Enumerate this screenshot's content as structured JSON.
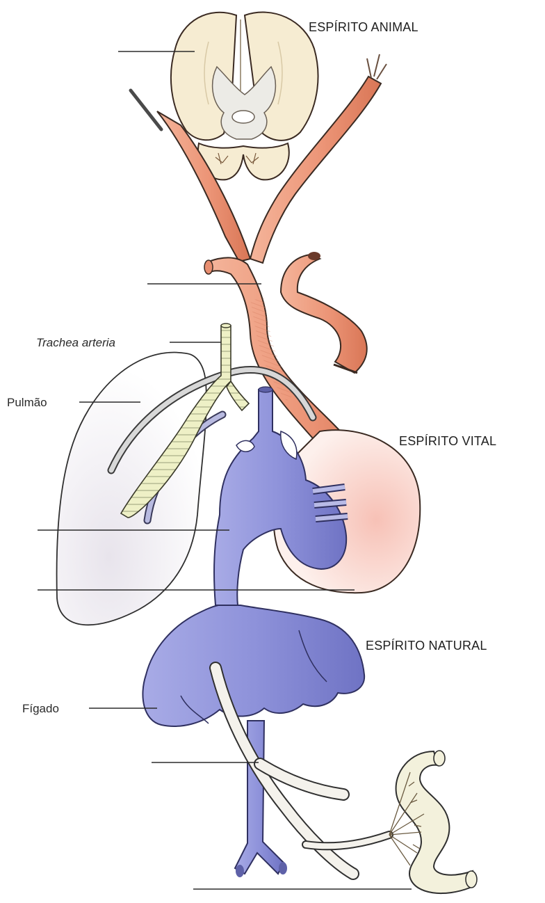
{
  "labels": {
    "espirito_animal": "ESPÍRITO ANIMAL",
    "espirito_vital": "ESPÍRITO VITAL",
    "espirito_natural": "ESPÍRITO NATURAL",
    "trachea_arteria": "Trachea arteria",
    "pulmao": "Pulmão",
    "figado": "Fígado"
  },
  "colors": {
    "brain": "#f6ecd2",
    "artery": "#ec9c7e",
    "artery_dark": "#c9603e",
    "vein": "#8e92da",
    "vein_dark": "#5e61a8",
    "heart_sac": "#fadbd4",
    "lung": "#f3f0f3",
    "trachea": "#eef0c6",
    "nerve": "#f4f2ec",
    "intestine": "#f3f1dc"
  }
}
